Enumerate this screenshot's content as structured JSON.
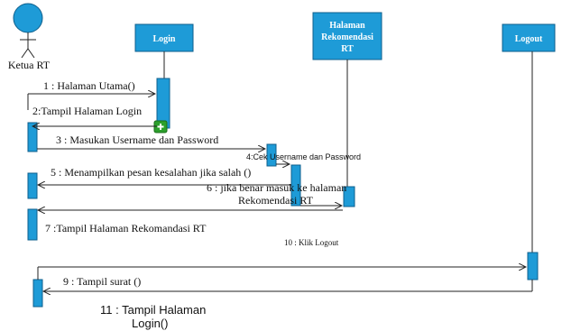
{
  "actor": {
    "label": "Ketua RT"
  },
  "lifelines": {
    "login": "Login",
    "rekomendasi": [
      "Halaman",
      "Rekomendasi",
      "RT"
    ],
    "logout": "Logout"
  },
  "messages": {
    "m1": "1 : Halaman Utama()",
    "m2": "2:Tampil Halaman Login",
    "m3": "3 : Masukan Username dan Password",
    "m4": "4:Cek Username dan Password",
    "m5": "5 : Menampilkan pesan kesalahan jika salah ()",
    "m6a": "6 : jika benar masuk ke halaman",
    "m6b": "Rekomendasi RT",
    "m7": "7 :Tampil Halaman Rekomandasi RT",
    "m9": "9 : Tampil surat ()",
    "m10": "10 : Klik Logout",
    "m11a": "11 : Tampil Halaman",
    "m11b": "Login()"
  },
  "colors": {
    "accent": "#1e9bd7",
    "badge": "#2ca02c"
  }
}
